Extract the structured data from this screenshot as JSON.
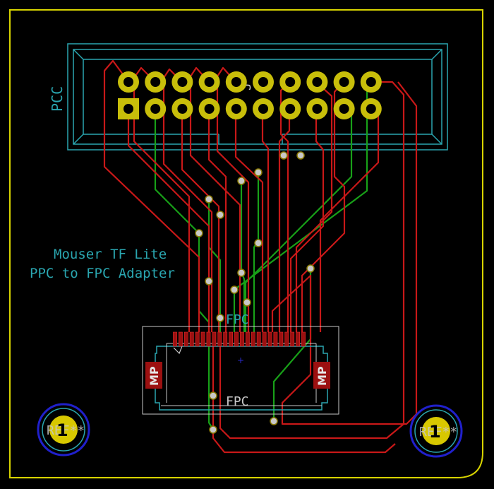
{
  "colors": {
    "background": "#000000",
    "edge_cuts": "#d8d400",
    "f_cu": "#c81818",
    "b_cu": "#18a018",
    "silkscreen": "#2aa6b0",
    "fab": "#c8c8c8",
    "pad": "#c8be0a",
    "mp_pad": "#9c1010"
  },
  "labels": {
    "title_line1": "Mouser TF Lite",
    "title_line2": "PPC to FPC Adapter",
    "pcc_ref": "PCC",
    "pin1_marker": "J",
    "fpc_ref_top": "FPC",
    "fpc_ref_bottom": "FPC",
    "mp_left": "MP",
    "mp_right": "MP",
    "mount_left_ref": "REF**",
    "mount_right_ref": "REF**",
    "mount_left_pad": "1",
    "mount_right_pad": "1"
  },
  "header": {
    "rows": 2,
    "cols": 10,
    "pin1_shape": "square"
  },
  "fpc": {
    "pin_count": 24
  },
  "icons": {
    "mounting_hole_left": "mounting-hole-icon",
    "mounting_hole_right": "mounting-hole-icon"
  }
}
